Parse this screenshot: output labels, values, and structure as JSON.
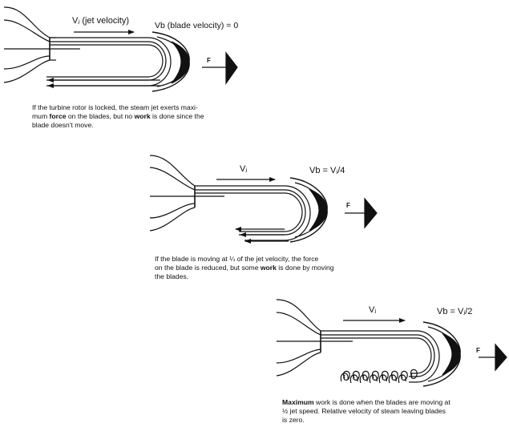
{
  "panel1": {
    "jet_velocity_label": "Vⱼ (jet velocity)",
    "blade_velocity_label": "Vb (blade velocity) = 0",
    "force_label": "F",
    "caption": [
      {
        "t": "If the turbine rotor is locked, the steam jet exerts maxi-",
        "b": false
      },
      {
        "t": "mum ",
        "b": false
      },
      {
        "t": "force",
        "b": true
      },
      {
        "t": " on the blades, but no ",
        "b": false
      },
      {
        "t": "work",
        "b": true
      },
      {
        "t": " is done since the",
        "b": false
      },
      {
        "t": "blade doesn't move.",
        "b": false
      }
    ],
    "caption_lines": [
      "If the turbine rotor is locked, the steam jet exerts maxi-",
      "mum force on the blades, but no work is done since the",
      "blade doesn't move."
    ]
  },
  "panel2": {
    "jet_velocity_label": "Vⱼ",
    "blade_velocity_label": "Vb = Vⱼ/4",
    "force_label": "F",
    "caption_lines": [
      "If the blade is moving at ¼ of the jet velocity, the force",
      "on the blade is reduced, but some work is done by moving",
      "the blades."
    ]
  },
  "panel3": {
    "jet_velocity_label": "Vⱼ",
    "blade_velocity_label": "Vb = Vⱼ/2",
    "force_label": "F",
    "caption_lines": [
      "Maximum work is done when the blades are moving at",
      "½ jet speed. Relative velocity of steam leaving blades",
      "is zero."
    ]
  }
}
